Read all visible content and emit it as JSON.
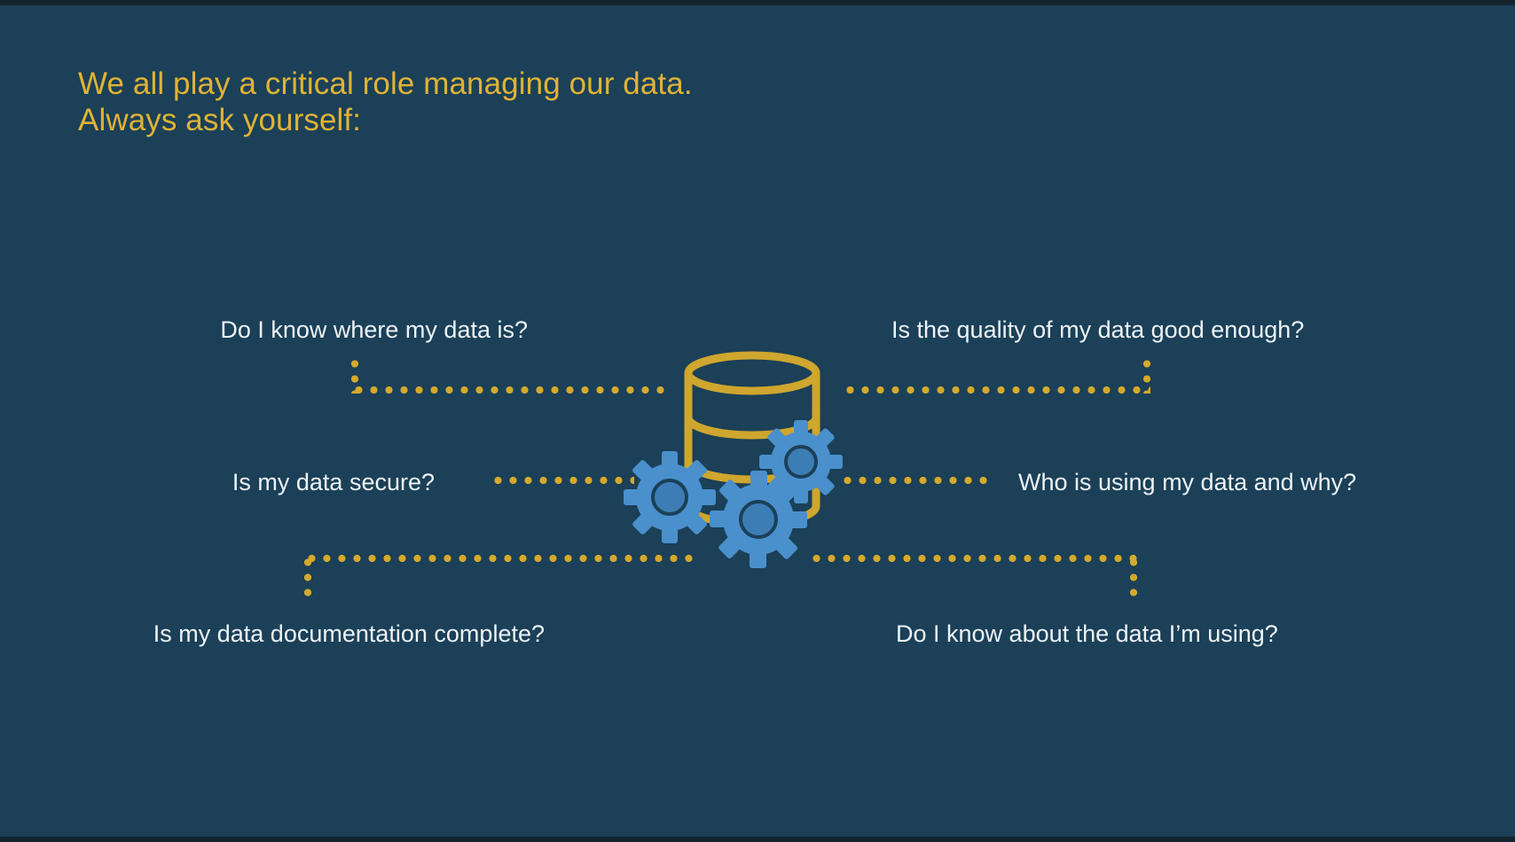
{
  "slide": {
    "background_color": "#1b4058",
    "title": {
      "color": "#e0b335",
      "line1": "We all play a critical role managing our data.",
      "line2": "Always ask yourself:"
    },
    "questions": [
      {
        "id": "where",
        "text": "Do I know where my data is?",
        "side": "left",
        "row": "top"
      },
      {
        "id": "quality",
        "text": "Is the quality of my data good enough?",
        "side": "right",
        "row": "top"
      },
      {
        "id": "secure",
        "text": "Is my data secure?",
        "side": "left",
        "row": "middle"
      },
      {
        "id": "who",
        "text": "Who is using my data and why?",
        "side": "right",
        "row": "middle"
      },
      {
        "id": "doc",
        "text": "Is my data documentation complete?",
        "side": "left",
        "row": "bottom"
      },
      {
        "id": "about",
        "text": "Do I know about the data I’m using?",
        "side": "right",
        "row": "bottom"
      }
    ],
    "graphic": {
      "name": "database-with-gears-icon",
      "database_color": "#cfa62e",
      "gear_color": "#4a90cc",
      "gear_hub_color": "#3c7db5",
      "connector_dot_color": "#d4a92c",
      "label_color": "#eef3f7"
    }
  }
}
